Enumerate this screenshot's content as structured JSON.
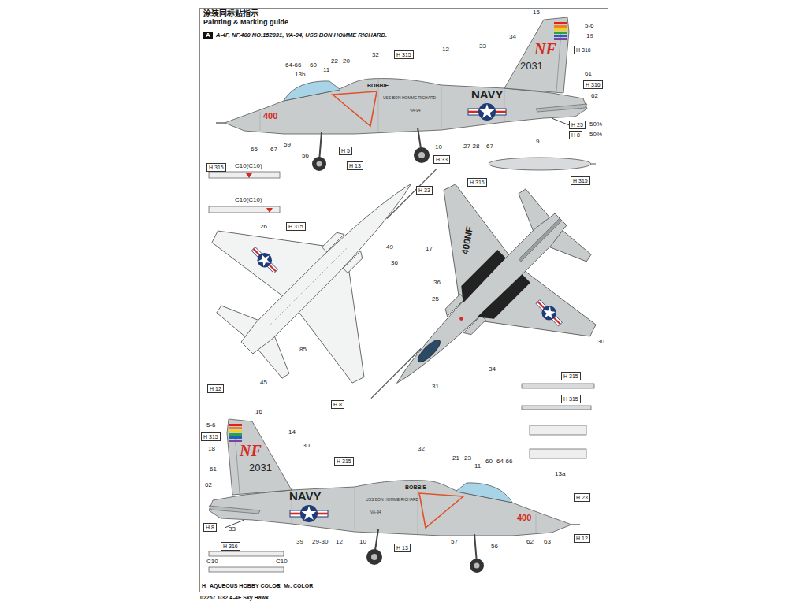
{
  "diagram": {
    "title": "涂装同标贴指示",
    "caption": "02267 1/32 A-4F Sky Hawk",
    "nodes": [
      {
        "text": [
          "A"
        ]
      }
    ],
    "labels": [
      "Painting & Marking guide",
      "A-4F, NF.400 NO.152031, VA-94, USS BON HOMME RICHARD.",
      "NF",
      "2031",
      "NAVY",
      "BOBBIE",
      "USS BON HOMME RICHARD",
      "VA-94",
      "400",
      "15",
      "5-6",
      "19",
      "H 316",
      "34",
      "33",
      "12",
      "H 315",
      "32",
      "64-66",
      "60",
      "22",
      "20",
      "13b",
      "11",
      "61",
      "H 316",
      "62",
      "H 25",
      "50%",
      "H 8",
      "50%",
      "9",
      "27-28",
      "67",
      "10",
      "H 33",
      "H 5",
      "H 13",
      "65",
      "67",
      "59",
      "56",
      "H 315",
      "C10(C10)",
      "C10(C10)",
      "H 315",
      "H 315",
      "26",
      "49",
      "36",
      "85",
      "45",
      "H 12",
      "H 8",
      "H 33",
      "H 316",
      "400NF",
      "17",
      "36",
      "25",
      "34",
      "31",
      "30",
      "H 315",
      "H 315",
      "16",
      "5-6",
      "H 315",
      "18",
      "14",
      "30",
      "NF",
      "2031",
      "NAVY",
      "H 315",
      "32",
      "BOBBIE",
      "USS BON HOMME RICHARD",
      "VA-94",
      "400",
      "21",
      "23",
      "11",
      "60",
      "64-66",
      "13a",
      "H 23",
      "61",
      "62",
      "H 8",
      "33",
      "39",
      "29-30",
      "12",
      "10",
      "H 13",
      "57",
      "56",
      "62",
      "63",
      "H 12",
      "H 316",
      "C10",
      "C10",
      "H",
      "C"
    ],
    "legend": [
      {
        "text": "AQUEOUS HOBBY COLOR"
      },
      {
        "text": "Mr. COLOR"
      }
    ]
  }
}
